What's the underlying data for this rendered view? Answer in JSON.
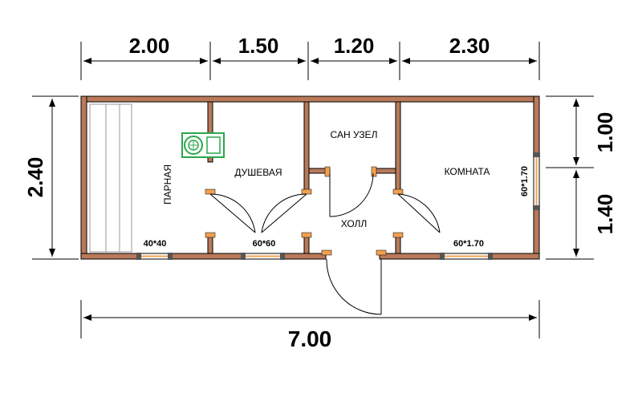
{
  "dimensions": {
    "top": [
      "2.00",
      "1.50",
      "1.20",
      "2.30"
    ],
    "left": "2.40",
    "right_top": "1.00",
    "right_bottom": "1.40",
    "bottom": "7.00"
  },
  "rooms": {
    "steam": "ПАРНАЯ",
    "shower": "ДУШЕВАЯ",
    "wc": "САН УЗЕЛ",
    "hall": "ХОЛЛ",
    "room": "КОМНАТА"
  },
  "windows": {
    "steam": "40*40",
    "shower": "60*60",
    "room_bottom": "60*1.70",
    "room_right": "60*1.70"
  },
  "colors": {
    "wall": "#b87a5a",
    "wall_edge": "#000000",
    "door_post": "#f0a050",
    "stove": "#2aa84a",
    "line": "#000000"
  }
}
